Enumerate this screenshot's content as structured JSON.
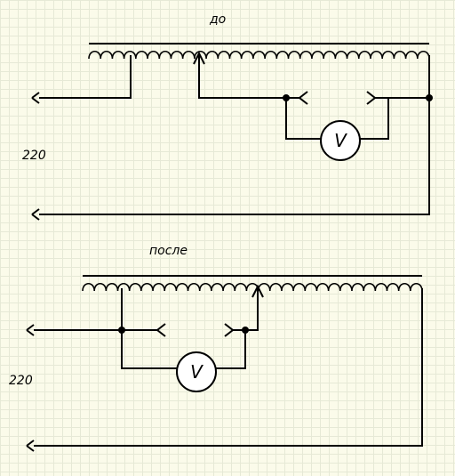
{
  "diagrams": [
    {
      "title": "до",
      "voltage": "220",
      "meter": "V"
    },
    {
      "title": "после",
      "voltage": "220",
      "meter": "V"
    }
  ],
  "colors": {
    "background": "#fbfbea",
    "grid": "#e6e9d6",
    "ink": "#000000"
  }
}
